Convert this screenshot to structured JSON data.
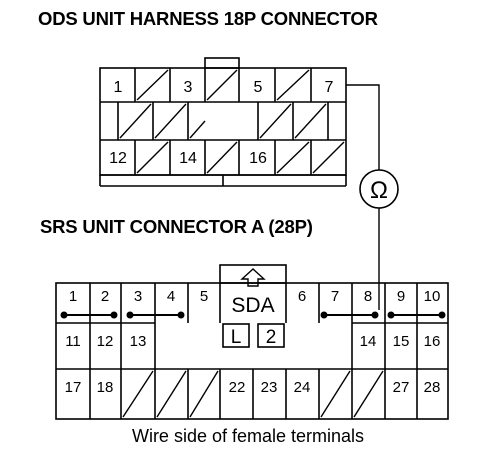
{
  "titles": {
    "ods": "ODS UNIT HARNESS 18P CONNECTOR",
    "srs": "SRS UNIT CONNECTOR A (28P)"
  },
  "caption": "Wire side of female terminals",
  "meter_symbol": "Ω",
  "ods_connector": {
    "row1": [
      "1",
      "",
      "3",
      "",
      "5",
      "",
      "7"
    ],
    "row2": [
      "",
      "",
      "",
      "",
      "",
      "",
      ""
    ],
    "row3": [
      "12",
      "",
      "14",
      "",
      "16",
      "",
      ""
    ]
  },
  "srs_connector": {
    "label_sda": "SDA",
    "label_l": "L",
    "label_2": "2",
    "row1": [
      "1",
      "2",
      "3",
      "4",
      "5",
      "6",
      "7",
      "8",
      "9",
      "10"
    ],
    "row2_left": [
      "11",
      "12",
      "13"
    ],
    "row2_right": [
      "14",
      "15",
      "16"
    ],
    "row3": [
      "17",
      "18",
      "",
      "",
      "",
      "22",
      "23",
      "24",
      "",
      "",
      "27",
      "28"
    ]
  }
}
